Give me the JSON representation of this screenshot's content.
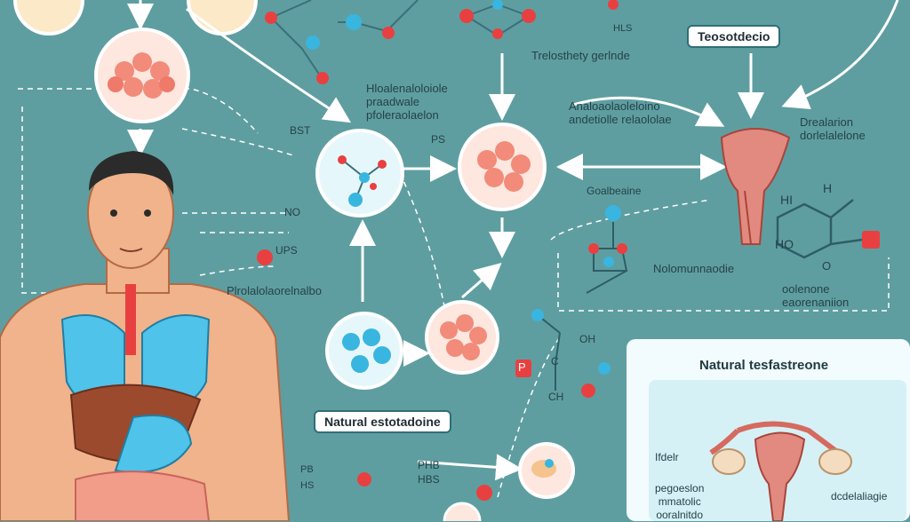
{
  "colors": {
    "background": "#5f9ea0",
    "cell_fill": "#f28b7a",
    "atom_red": "#e84040",
    "atom_blue": "#38b6e0",
    "organ": "#e38a80",
    "skin": "#f0b38c",
    "lung": "#4fc3ea",
    "panel_bg": "#e8f7f9"
  },
  "labels": {
    "teasel_title": "Teosotdecio",
    "top_mid": "Trelosthety gerlnde",
    "top_hls": "HLS",
    "left_block": "Hloalenaloloiole\npraadwale\npfoleraolaelon",
    "bst": "BST",
    "ps": "PS",
    "center_block": "Analoaolaoleloino\nandetiolle relaololae",
    "right_block": "Drealarion\ndorlelalelone",
    "mid_small": "Goalbeaine",
    "no": "NO",
    "ups": "UPS",
    "left_lower": "Plrolalolaorelnalbo",
    "molecule_right": "Nolomunnaodie",
    "right_lower": "oolenone\neaorenaniion",
    "hi_left": "HI",
    "hi_right": "H",
    "ho": "HO",
    "o_bottom": "O",
    "oh_small": "OH",
    "p_label": "P",
    "c_label": "C",
    "ch_label": "CH",
    "natural_estrad": "Natural estotadoine",
    "phb": "PHB",
    "hbs": "HBS",
    "pb_small": "PB",
    "hs_small": "HS",
    "natural_testo": "Natural tesfastreone",
    "panel_left_top": "Ifdelr",
    "panel_left_mid": "pegoeslon\nmmatolic\nooralnitdo",
    "panel_right": "dcdelaliagie"
  }
}
